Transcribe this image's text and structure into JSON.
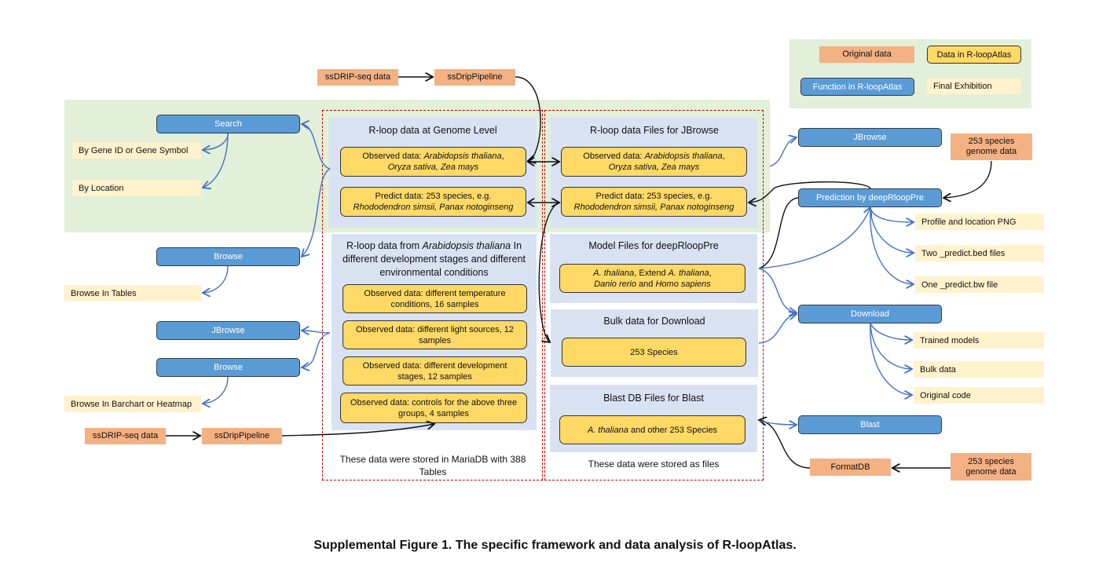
{
  "legend": {
    "original_data": "Original data",
    "data_in_atlas": "Data in R-loopAtlas",
    "function_in_atlas": "Function in  R-loopAtlas",
    "final_exhibition": "Final Exhibition"
  },
  "inputs": {
    "top_ssdrip": "ssDRIP-seq data",
    "top_pipeline": "ssDripPipeline",
    "bottom_ssdrip": "ssDRIP-seq data",
    "bottom_pipeline": "ssDripPipeline",
    "genome_data_top": "253 species genome data",
    "genome_data_bottom": "253 species genome data",
    "formatdb": "FormatDB"
  },
  "left_functions": {
    "search": "Search",
    "search_outputs": [
      "By Gene ID or Gene Symbol",
      "By Location"
    ],
    "browse_1": "Browse",
    "browse_1_output": "Browse In Tables",
    "jbrowse": "JBrowse",
    "browse_2": "Browse",
    "browse_2_output": "Browse In Barchart  or Heatmap"
  },
  "database_panel": {
    "genome_level_title": "R-loop data at Genome Level",
    "observed_prefix": "Observed data: ",
    "observed_species": "Arabidopsis thaliana",
    "observed_species_rest": "Oryza sativa, Zea mays",
    "predict_line1": "Predict data: 253 species, e.g.",
    "predict_line2": "Rhododendron simsii, Panax notoginseng",
    "arabidopsis_title_prefix": "R-loop data from ",
    "arabidopsis_title_species": "Arabidopsis thaliana",
    "arabidopsis_title_rest": " In different development stages and different environmental conditions",
    "arabidopsis_items": [
      "Observed data: different temperature conditions, 16 samples",
      "Observed data: different light sources, 12 samples",
      "Observed data: different development stages, 12 samples",
      "Observed data: controls for the above three groups, 4 samples"
    ],
    "storage_note": "These data were stored in MariaDB with 388 Tables"
  },
  "files_panel": {
    "jbrowse_title": "R-loop data Files for JBrowse",
    "model_title": "Model Files for deepRloopPre",
    "model_species_a": "A. thaliana",
    "model_extend": ", Extend ",
    "model_species_b": "A. thaliana",
    "model_species_c": "Danio rerio",
    "model_and": " and ",
    "model_species_d": "Homo sapiens",
    "bulk_title": "Bulk data for Download",
    "bulk_item": "253 Species",
    "blast_title": "Blast DB Files for Blast",
    "blast_species": "A. thaliana",
    "blast_rest": " and other 253 Species",
    "storage_note": "These data were stored as files"
  },
  "right_functions": {
    "jbrowse": "JBrowse",
    "prediction": "Prediction by  deepRloopPre",
    "prediction_outputs": [
      "Profile and location PNG",
      "Two _predict.bed files",
      "One _predict.bw file"
    ],
    "download": "Download",
    "download_outputs": [
      "Trained models",
      "Bulk data",
      "Original code"
    ],
    "blast": "Blast"
  },
  "caption": "Supplemental Figure 1. The specific framework and data analysis of R-loopAtlas.",
  "colors": {
    "original": "#f4b183",
    "data": "#ffd966",
    "function": "#5b9bd5",
    "final": "#fff2cc",
    "panel": "#d9e2f3",
    "green": "#e2efd9",
    "dash": "#c00000",
    "blue_arrow": "#4472c4"
  }
}
